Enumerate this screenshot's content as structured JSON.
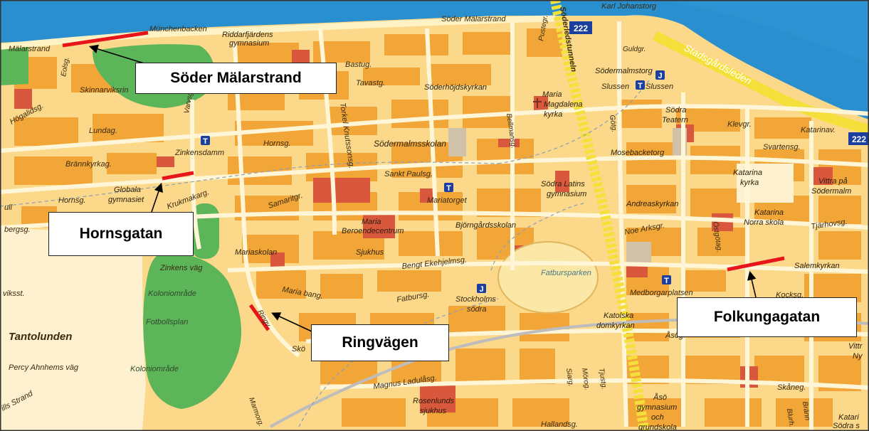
{
  "callouts": {
    "soder_malarstrand": "Söder Mälarstrand",
    "hornsgatan": "Hornsgatan",
    "ringvagen": "Ringvägen",
    "folkungagatan": "Folkungagatan"
  },
  "route_shields": [
    "222",
    "222"
  ],
  "labels": {
    "stadsgardsleden": "Stadsgårdsleden",
    "soder_malarstrand_road": "Söder Mälarstrand",
    "malarstrand": "Mälarstrand",
    "munchenbacken": "Münchenbacken",
    "riddarfjardens": "Riddarfjärdens",
    "gymnasium": "gymnasium",
    "soderledstunneln": "Söderledstunneln",
    "karl_johanstorg": "Karl Johanstorg",
    "pustegr": "Pustegr.",
    "guldgr": "Guldgr.",
    "bastug": "Bastug.",
    "tavastg": "Tavastg.",
    "sodermalmstorg": "Södermalmstorg",
    "slussen1": "Slussen",
    "slussen2": "Slussen",
    "soderhojdskyrkan": "Söderhöjdskyrkan",
    "maria_magdalena": "Maria",
    "magdalena": "Magdalena",
    "kyrka": "kyrka",
    "eolsg": "Eolsg.",
    "skinnarviksr": "Skinnarviksrin",
    "hogalidsg": "Högalidsg.",
    "lundag": "Lundag.",
    "varvsg": "Varvsg.",
    "torkel": "Torkel Knutssonsg.",
    "bellmansg": "Bellmansg.",
    "gotg": "Götg.",
    "sodra_teatern1": "Södra",
    "sodra_teatern2": "Teatern",
    "klevgr": "Klevgr.",
    "katarinav": "Katarinav.",
    "zinkensdamm": "Zinkensdamm",
    "hornsg": "Hornsg.",
    "sodermalmsskolan": "Södermalmsskolan",
    "mosebacketorg": "Mosebacketorg",
    "svartensg": "Svartensg.",
    "brannkyrkag": "Brännkyrkag.",
    "sankt_paulsg": "Sankt Paulsg.",
    "katarina_kyrka1": "Katarina",
    "katarina_kyrka2": "kyrka",
    "vittra1": "Vittra på",
    "vittra2": "Södermalm",
    "globala1": "Globala",
    "globala2": "gymnasiet",
    "krukmakarg": "Krukmakarg.",
    "hornsg2": "Hornsg.",
    "samaritgr": "Samaritgr.",
    "mariatorget": "Mariatorget",
    "sodra_latins1": "Södra Latins",
    "sodra_latins2": "gymnasium",
    "andreaskyrkan": "Andreaskyrkan",
    "katarina_norra1": "Katarina",
    "katarina_norra2": "Norra skola",
    "tjarhovsg": "Tjärhovsg.",
    "bergsg": "bergsg.",
    "maria_beroende1": "Maria",
    "maria_beroende2": "Beroendecentrum",
    "bjorngardsskolan": "Björngårdsskolan",
    "noe_arksgr": "Noe Arksgr.",
    "ostgotag": "Östgötag.",
    "mariaskolan": "Mariaskolan",
    "sjukhus": "Sjukhus",
    "bengt": "Bengt Ekehjelmsg.",
    "fatbursparken": "Fatbursparken",
    "salemkyrkan": "Salemkyrkan",
    "zinkens_vag": "Zinkens väg",
    "maria_bang": "Maria bang.",
    "fatbursg": "Fatbursg.",
    "stockholms_sodra1": "Stockholms",
    "stockholms_sodra2": "södra",
    "medborgarplatsen": "Medborgarplatsen",
    "kocksg": "Kocksg.",
    "koloniomrade1": "Koloniområde",
    "koloniomrade2": "Koloniområde",
    "fotbollsplan": "Fotbollsplan",
    "tantolunden": "Tantolunden",
    "ringv": "Ringv.",
    "katolska1": "Katolska",
    "katolska2": "domkyrkan",
    "percy": "Percy Ahnhems väg",
    "skanstull": "Skö",
    "magnus": "Magnus Ladulåsg.",
    "skaneg": "Skåneg.",
    "rosenlunds1": "Rosenlunds",
    "rosenlunds2": "sjukhus",
    "marmorg": "Marmorg.",
    "hallandsg": "Hallandsg.",
    "aso1": "Åsö",
    "aso2": "gymnasium",
    "aso3": "och",
    "aso4": "grundskola",
    "siarg": "Siarg.",
    "moreg": "Mörog.",
    "tjustg": "Tjustg.",
    "blurh": "Blurh.",
    "branng": "Bränn",
    "katari_sodra1": "Katari",
    "katari_sodra2": "Södra s",
    "vittra_ny1": "Vittr",
    "vittra_ny2": "Ny",
    "ull": "ull",
    "vikss": "viksst.",
    "strand": "ills Strand",
    "asog": "Åsög."
  },
  "colors": {
    "water": "#2a8fce",
    "street_fill": "#f7c04e",
    "block": "#f2a638",
    "building": "#d9573d",
    "park": "#6fc05b",
    "highlight": "#e8141b",
    "shield": "#1a3f9e"
  }
}
